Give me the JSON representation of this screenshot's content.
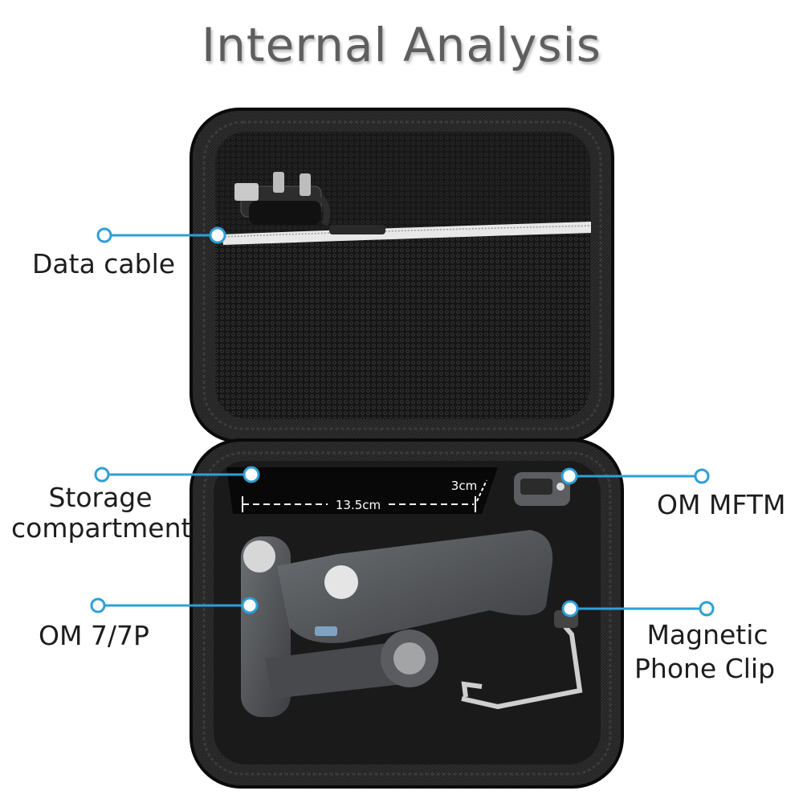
{
  "title": "Internal Analysis",
  "labels": {
    "data_cable": "Data cable",
    "storage_line1": "Storage",
    "storage_line2": "compartment",
    "om_mftm": "OM MFTM",
    "om_7": "OM 7/7P",
    "phone_clip_line1": "Magnetic",
    "phone_clip_line2": "Phone Clip"
  },
  "dimensions": {
    "length": "13.5cm",
    "depth": "3cm"
  },
  "colors": {
    "accent": "#2f9fd6",
    "case": "#1c1c1c",
    "title": "#5e5e5e"
  }
}
